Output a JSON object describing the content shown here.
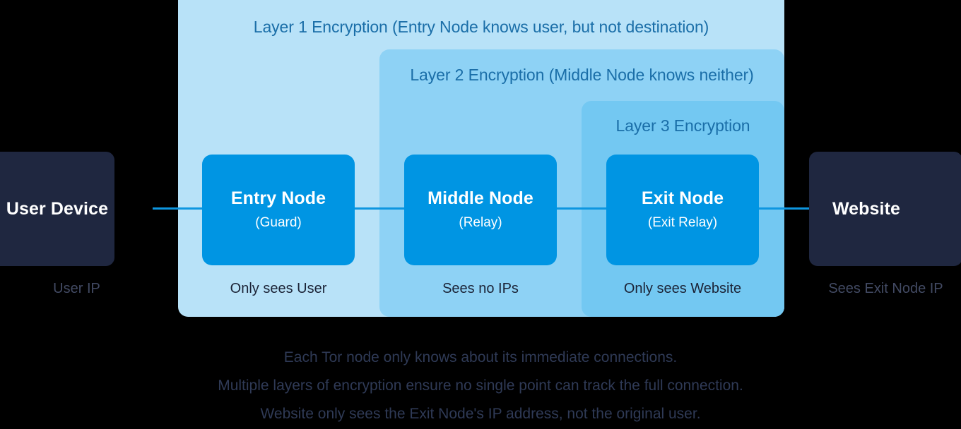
{
  "diagram": {
    "title": "Tor Onion Routing Layered Encryption Diagram",
    "colors": {
      "background": "#000000",
      "layer1": "#b8e2f8",
      "layer2": "#8ed2f5",
      "layer3": "#73c8f2",
      "node": "#0095e3",
      "endpoint": "#1f2740",
      "connector": "#0d96e0",
      "layer_text": "#1a6ea8",
      "caption_text": "#1b2336",
      "footer_text": "#2f3a56"
    }
  },
  "layers": [
    {
      "id": "layer-1",
      "title": "Layer 1 Encryption (Entry Node knows user, but not destination)"
    },
    {
      "id": "layer-2",
      "title": "Layer 2 Encryption (Middle Node knows neither)"
    },
    {
      "id": "layer-3",
      "title": "Layer 3 Encryption"
    }
  ],
  "endpoints": [
    {
      "id": "user-device",
      "label": "User Device",
      "caption": "User IP"
    },
    {
      "id": "website",
      "label": "Website",
      "caption": "Sees Exit Node IP"
    }
  ],
  "nodes": [
    {
      "id": "entry-node",
      "title": "Entry Node",
      "subtitle": "(Guard)",
      "caption": "Only sees User"
    },
    {
      "id": "middle-node",
      "title": "Middle Node",
      "subtitle": "(Relay)",
      "caption": "Sees no IPs"
    },
    {
      "id": "exit-node",
      "title": "Exit Node",
      "subtitle": "(Exit Relay)",
      "caption": "Only sees Website"
    }
  ],
  "footer": {
    "lines": [
      "Each Tor node only knows about its immediate connections.",
      "Multiple layers of encryption ensure no single point can track the full connection.",
      "Website only sees the Exit Node's IP address, not the original user."
    ]
  }
}
